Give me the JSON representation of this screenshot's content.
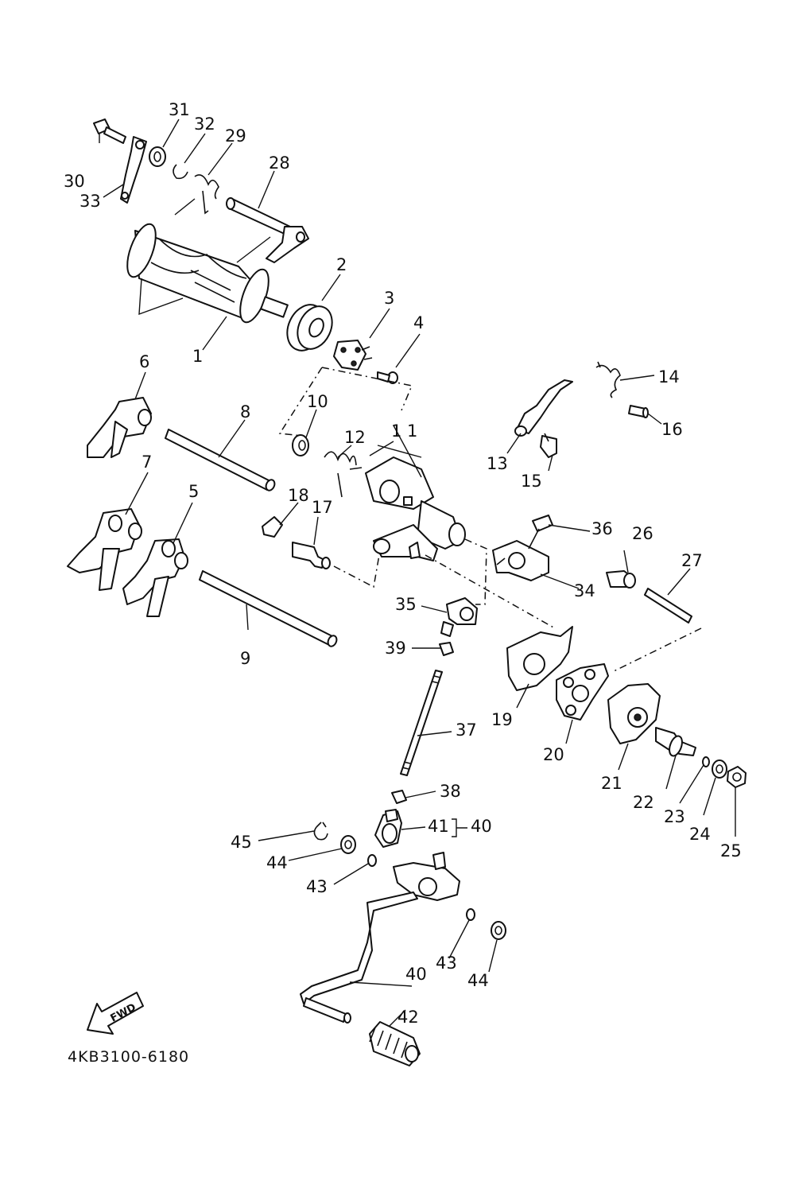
{
  "labels": {
    "l1": "1",
    "l2": "2",
    "l3": "3",
    "l4": "4",
    "l5": "5",
    "l6": "6",
    "l7": "7",
    "l8": "8",
    "l9": "9",
    "l10": "10",
    "l11": "1 1",
    "l12": "12",
    "l13": "13",
    "l14": "14",
    "l15": "15",
    "l16": "16",
    "l17": "17",
    "l18": "18",
    "l19": "19",
    "l20": "20",
    "l21": "21",
    "l22": "22",
    "l23": "23",
    "l24": "24",
    "l25": "25",
    "l26": "26",
    "l27": "27",
    "l28": "28",
    "l29": "29",
    "l30": "30",
    "l31": "31",
    "l32": "32",
    "l33": "33",
    "l34": "34",
    "l35": "35",
    "l36": "36",
    "l37": "37",
    "l38": "38",
    "l39": "39",
    "l40a": "40",
    "l41": "41",
    "l40b": "40",
    "l42": "42",
    "l43a": "43",
    "l43b": "43",
    "l44a": "44",
    "l44b": "44",
    "l45": "45"
  },
  "fwd_label": "FWD",
  "diagram_code": "4KB3100-6180"
}
